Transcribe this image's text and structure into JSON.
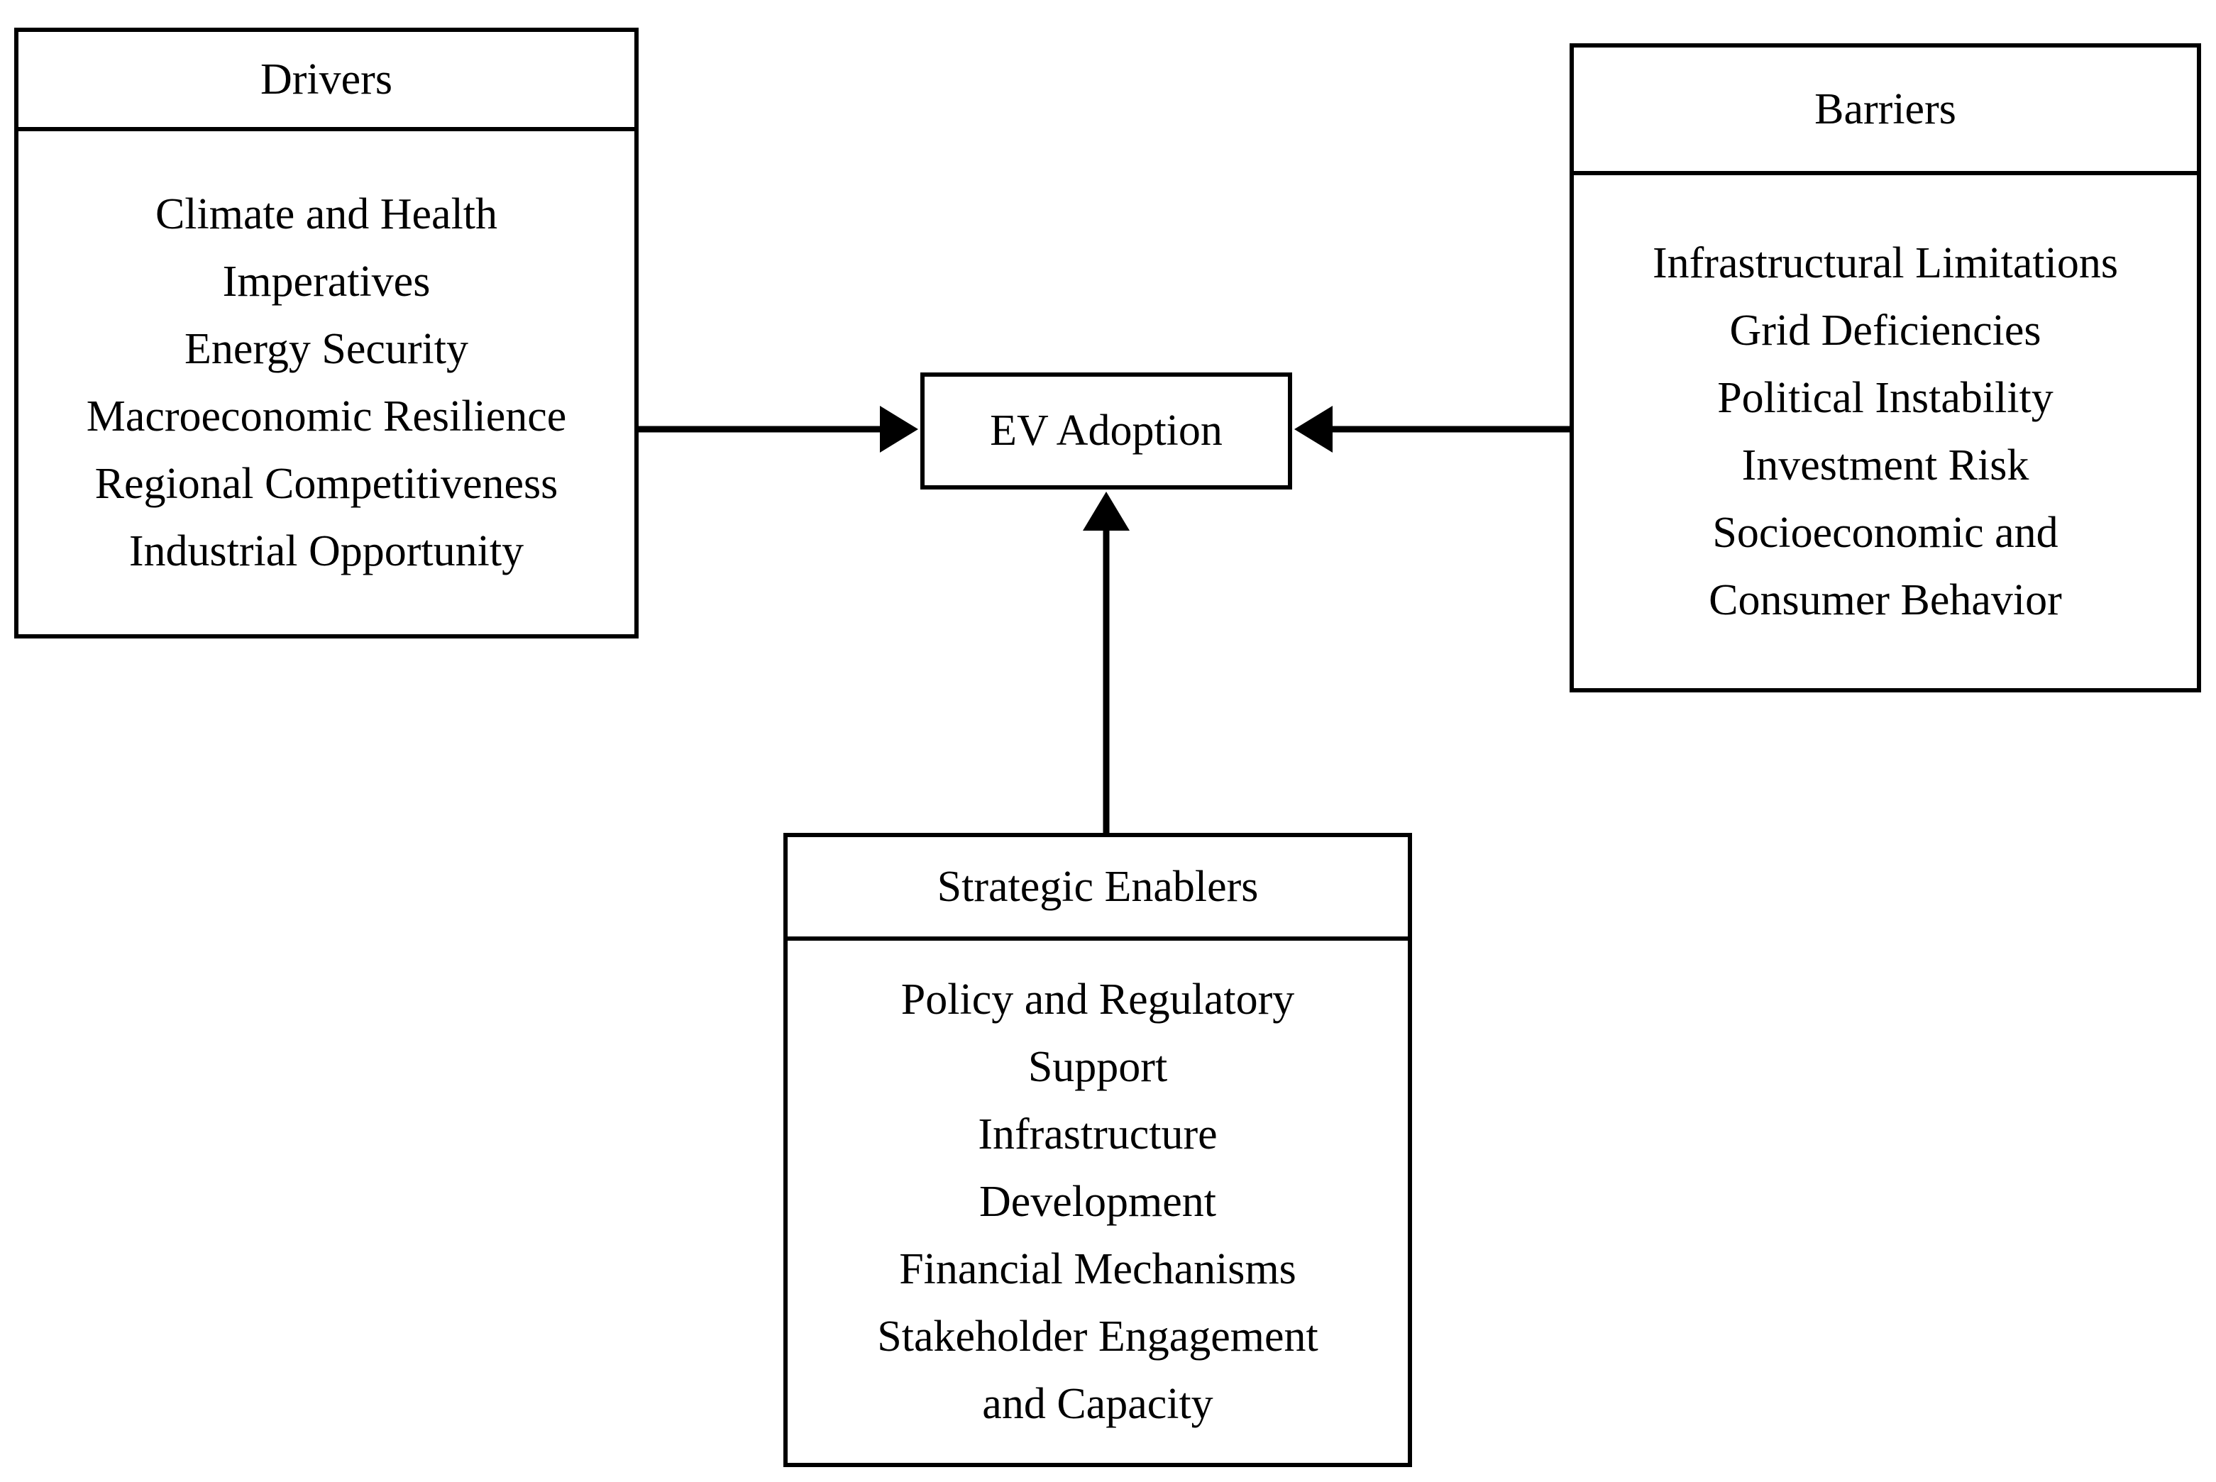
{
  "diagram": {
    "center": {
      "label": "EV Adoption"
    },
    "drivers": {
      "title": "Drivers",
      "lines": [
        "Climate and Health",
        "Imperatives",
        "Energy Security",
        "Macroeconomic Resilience",
        "Regional Competitiveness",
        "Industrial Opportunity"
      ]
    },
    "barriers": {
      "title": "Barriers",
      "lines": [
        "Infrastructural Limitations",
        "Grid Deficiencies",
        "Political Instability",
        "Investment Risk",
        "Socioeconomic and",
        "Consumer Behavior"
      ]
    },
    "enablers": {
      "title": "Strategic Enablers",
      "lines": [
        "Policy and Regulatory",
        "Support",
        "Infrastructure",
        "Development",
        "Financial Mechanisms",
        "Stakeholder Engagement",
        "and Capacity"
      ]
    },
    "colors": {
      "ink": "#000000",
      "background": "#ffffff"
    }
  }
}
